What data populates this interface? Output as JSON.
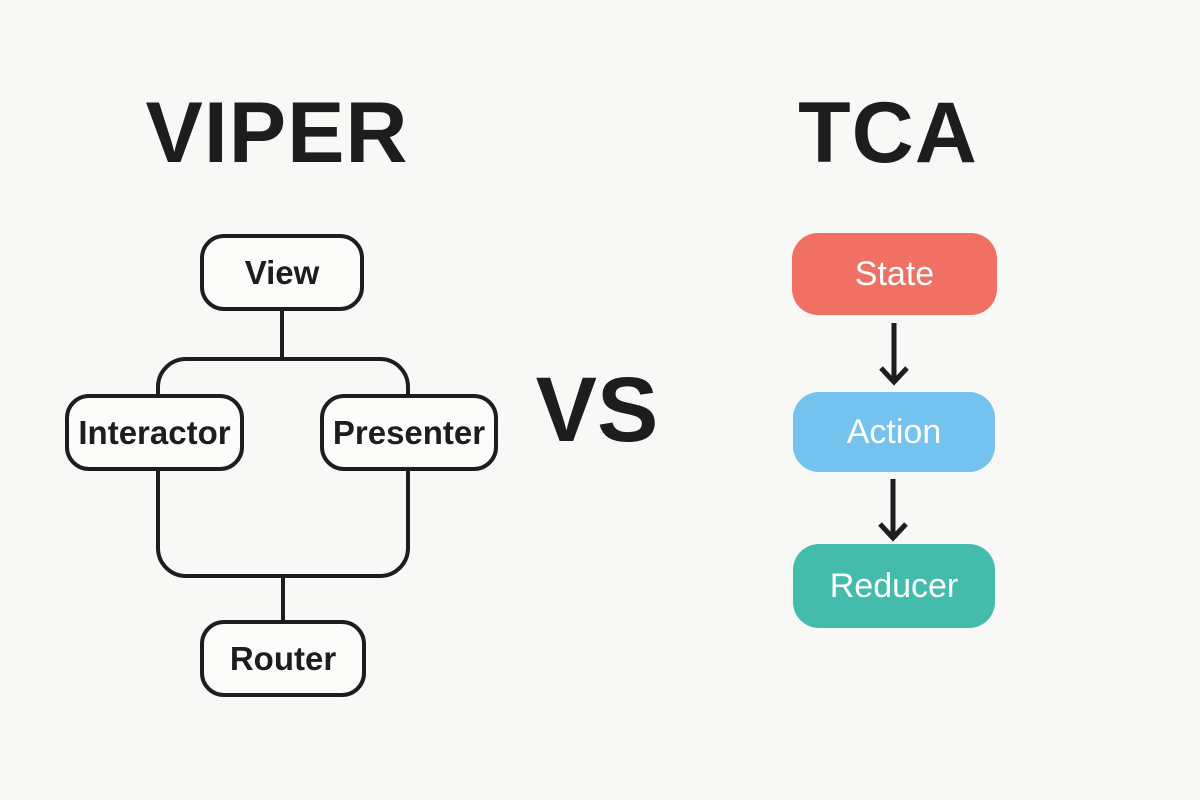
{
  "page": {
    "background_color": "#f8f8f6",
    "ink_color": "#1d1d1f"
  },
  "left": {
    "title": "VIPER",
    "nodes": {
      "view": "View",
      "interactor": "Interactor",
      "presenter": "Presenter",
      "router": "Router"
    },
    "node_fill": "#fcfcfb",
    "node_border_color": "#1d1d1f"
  },
  "center": {
    "vs_label": "VS"
  },
  "right": {
    "title": "TCA",
    "nodes": [
      {
        "label": "State",
        "color": "#f07163"
      },
      {
        "label": "Action",
        "color": "#74c3ee"
      },
      {
        "label": "Reducer",
        "color": "#43bcab"
      }
    ],
    "text_color": "#ffffff"
  }
}
